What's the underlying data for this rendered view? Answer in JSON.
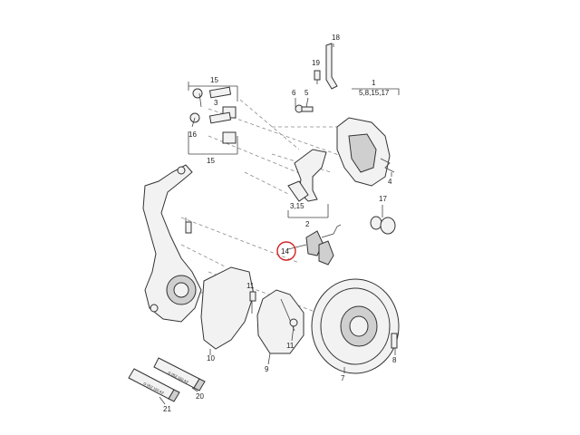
{
  "diagram": {
    "accent_color": "#d32020",
    "highlighted_callout": "14",
    "callouts": {
      "c1": "1",
      "c1sub": "5,8,15,17",
      "c2": "2",
      "c3": "3",
      "c3b": "3,15",
      "c4": "4",
      "c5": "5",
      "c6": "6",
      "c7": "7",
      "c8": "8",
      "c9": "9",
      "c10": "10",
      "c11a": "11",
      "c11b": "11",
      "c14": "14",
      "c15a": "15",
      "c15b": "15",
      "c16": "16",
      "c17": "17",
      "c18": "18",
      "c19": "19",
      "c20": "20",
      "c21": "21"
    },
    "tube_labels": {
      "t20": "G 052 150 A2",
      "t21": "G 052 150 A2"
    }
  }
}
